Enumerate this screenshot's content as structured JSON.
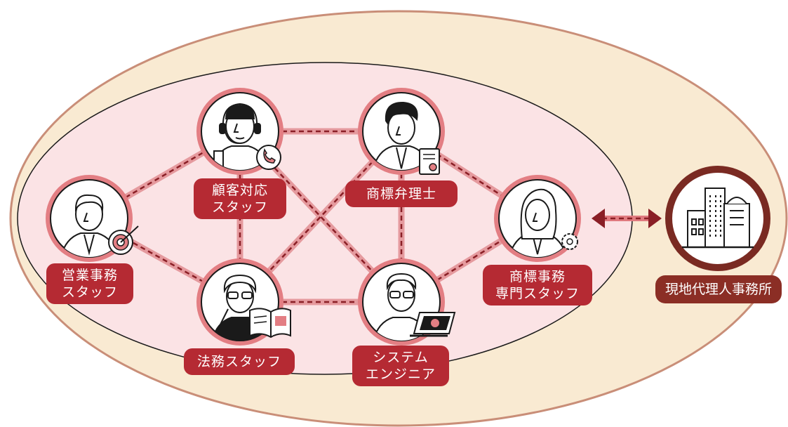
{
  "roles": {
    "customer_support": {
      "line1": "顧客対応",
      "line2": "スタッフ"
    },
    "trademark_attorney": {
      "line1": "商標弁理士"
    },
    "sales": {
      "line1": "営業事務",
      "line2": "スタッフ"
    },
    "trademark_specialist": {
      "line1": "商標事務",
      "line2": "専門スタッフ"
    },
    "legal": {
      "line1": "法務スタッフ"
    },
    "system_engineer": {
      "line1": "システム",
      "line2": "エンジニア"
    }
  },
  "external": {
    "local_agent": "現地代理人事務所"
  },
  "colors": {
    "outer_ellipse_fill": "#f9ead2",
    "outer_ellipse_stroke": "#c98e78",
    "inner_ellipse_fill": "#fbe3e5",
    "inner_ellipse_stroke": "#1a1a1a",
    "connector": "#e07a7f",
    "label_bg": "#b52a33",
    "office_ring": "#7a2a22",
    "office_label_bg": "#8b2e25"
  }
}
